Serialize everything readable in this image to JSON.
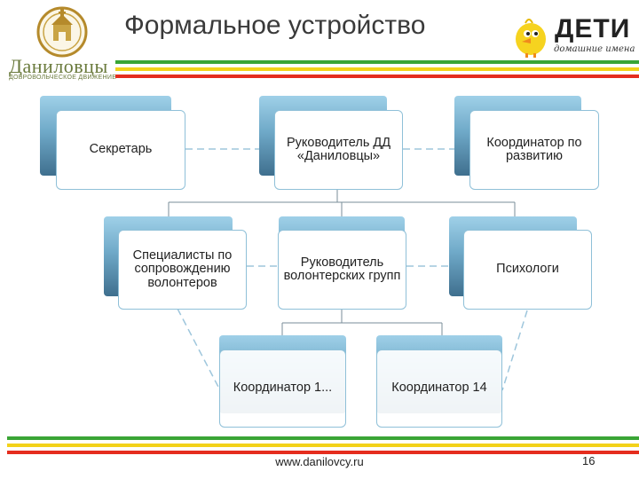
{
  "header": {
    "title": "Формальное устройство",
    "logo_left_name": "Даниловцы",
    "logo_left_sub": "ДОБРОВОЛЬЧЕСКОЕ ДВИЖЕНИЕ",
    "logo_right_name": "ДЕТИ",
    "logo_right_sub": "домашние имена"
  },
  "colors": {
    "stripe_red": "#e52d1e",
    "stripe_yellow": "#f3d21a",
    "stripe_green": "#3aa536",
    "box_gradient_top": "#9fd0e8",
    "box_gradient_bottom": "#3f6f8e",
    "box_border": "#8fc0d8"
  },
  "diagram": {
    "nodes": {
      "secretary": "Секретарь",
      "head": "Руководитель ДД «Даниловцы»",
      "dev_coord": "Координатор по развитию",
      "support": "Специалисты по сопровождению волонтеров",
      "group_head": "Руководитель волонтерских групп",
      "psych": "Психологи",
      "coord1": "Координатор 1...",
      "coord14": "Координатор 14"
    }
  },
  "footer": {
    "url": "www.danilovcy.ru",
    "page": "16"
  }
}
